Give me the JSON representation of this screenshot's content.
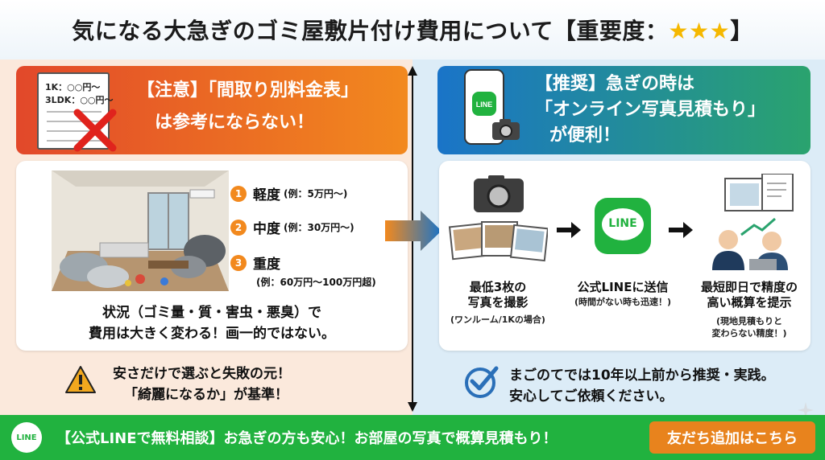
{
  "header": {
    "title": "気になる大急ぎのゴミ屋敷片付け費用について【重要度：",
    "stars": "★★★",
    "title_end": "】"
  },
  "left": {
    "doc_lines": [
      "1K：○○円～",
      "3LDK：○○円～"
    ],
    "banner_lines": [
      "【注意】「間取り別料金表」",
      "は参考にならない！"
    ],
    "levels": [
      {
        "num": "1",
        "name": "軽度",
        "example": "(例：5万円～)"
      },
      {
        "num": "2",
        "name": "中度",
        "example": "(例：30万円～)"
      },
      {
        "num": "3",
        "name": "重度",
        "example": ""
      }
    ],
    "level3_example": "(例：60万円～100万円超)",
    "card_lines": [
      "状況（ゴミ量・質・害虫・悪臭）で",
      "費用は大きく変わる！画一的ではない。"
    ],
    "bottom_lines": [
      "安さだけで選ぶと失敗の元！",
      "「綺麗になるか」が基準！"
    ]
  },
  "right": {
    "banner_lines": [
      "【推奨】急ぎの時は",
      "「オンライン写真見積もり」",
      "が便利！"
    ],
    "line_logo_text": "LINE",
    "steps": [
      {
        "label": [
          "最低3枚の",
          "写真を撮影"
        ],
        "note": [
          "(ワンルーム/1Kの場合)"
        ]
      },
      {
        "label": [
          "公式LINEに送信"
        ],
        "note": [
          "(時間がない時も迅速！)"
        ]
      },
      {
        "label": [
          "最短即日で精度の",
          "高い概算を提示"
        ],
        "note": [
          "(現地見積もりと",
          "変わらない精度！)"
        ]
      }
    ],
    "bottom_lines": [
      "まごのてでは10年以上前から推奨・実践。",
      "安心してご依頼ください。"
    ]
  },
  "footer": {
    "line_badge": "LINE",
    "text": "【公式LINEで無料相談】お急ぎの方も安心！お部屋の写真で概算見積もり！",
    "cta": "友だち追加はこちら"
  },
  "colors": {
    "accent_orange": "#f2891e",
    "accent_red": "#e2482a",
    "line_green": "#21b23f",
    "accent_blue": "#1a74c8",
    "star": "#f5b800"
  }
}
